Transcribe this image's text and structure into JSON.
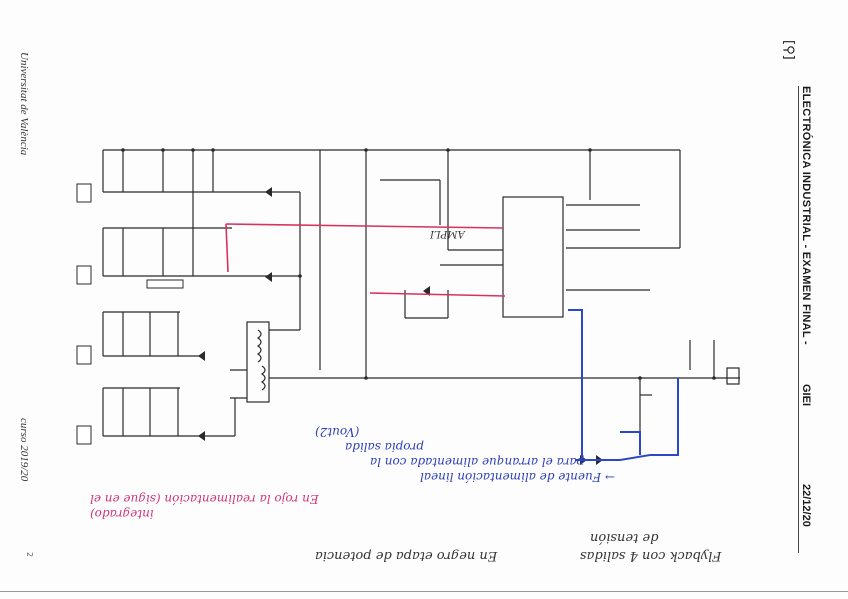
{
  "document": {
    "type": "scanned exam page (rotated)",
    "header": {
      "logo_icon": "university-seal-icon",
      "title": "ELECTRÓNICA INDUSTRIAL - EXAMEN FINAL -",
      "subject": "GIEI",
      "date": "22/12/20"
    },
    "margin": {
      "university": "Universitat de València",
      "course": "curso 2019/20",
      "page_number": "2"
    },
    "schematic": {
      "description": "Flyback converter circuit with 4 output connectors, controller IC, transformer, feedback loop",
      "colors": {
        "lines": "#2a2a2a",
        "feedback_red": "#d8325e",
        "startup_blue": "#2b48c8"
      }
    },
    "annotations": {
      "blue_note": [
        "→ Fuente de alimentación lineal",
        "para el arranque alimentada con la",
        "propia salida",
        "(Vout2)"
      ],
      "pink_note": [
        "En rojo la realimentación (sigue en el",
        "integrado)"
      ],
      "black_note_1": [
        "Flyback con 4 salidas",
        "de tensión"
      ],
      "black_note_2": "En negro etapa de potencia",
      "small_note": "AMPLI"
    }
  }
}
